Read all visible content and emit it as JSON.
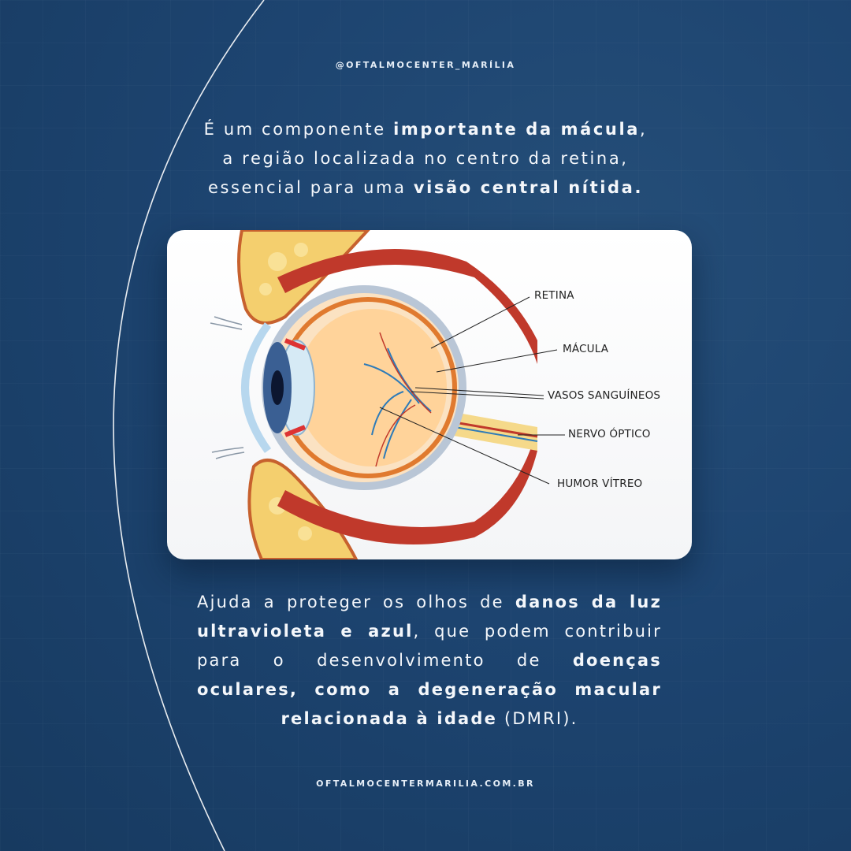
{
  "header": {
    "handle": "@OFTALMOCENTER_MARÍLIA"
  },
  "intro": {
    "line1_prefix": "É um componente ",
    "line1_bold": "importante da mácula",
    "line1_suffix": ",",
    "line2": "a região localizada no centro da retina,",
    "line3_prefix": "essencial para uma ",
    "line3_bold": "visão central nítida."
  },
  "diagram": {
    "labels": {
      "retina": "RETINA",
      "macula": "MÁCULA",
      "vasos": "VASOS SANGUÍNEOS",
      "nervo": "NERVO ÓPTICO",
      "humor": "HUMOR VÍTREO"
    }
  },
  "body": {
    "s1": "Ajuda a proteger os olhos de ",
    "b1": "danos da luz ultravioleta e azul",
    "s2": ", que podem contribuir para o desenvolvimento de ",
    "b2": "doenças oculares, como a degeneração macular relacionada à idade",
    "s3": " (DMRI)."
  },
  "footer": {
    "url": "OFTALMOCENTERMARILIA.COM.BR"
  },
  "colors": {
    "background": "#1d4470",
    "accent_arc": "#ffffff"
  }
}
